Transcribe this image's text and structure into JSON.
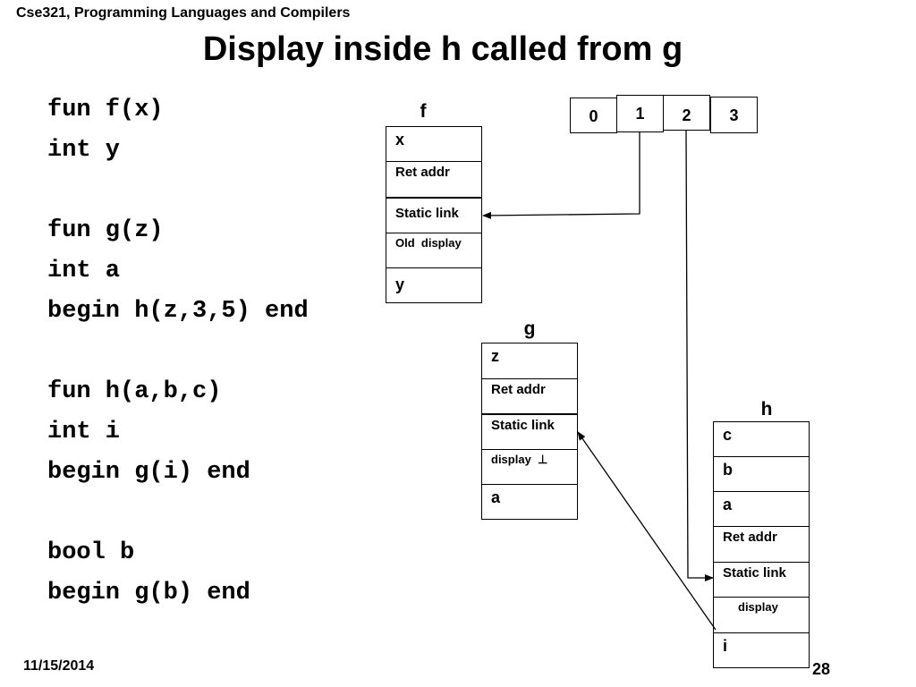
{
  "header": {
    "course": "Cse321, Programming Languages and Compilers"
  },
  "slide": {
    "title": "Display inside h called from g"
  },
  "code_lines": [
    "fun f(x)",
    "int y",
    "fun g(z)",
    "int a",
    "begin h(z,3,5) end",
    "fun h(a,b,c)",
    "int i",
    "begin g(i) end",
    "bool b",
    "begin g(b) end"
  ],
  "display_array": [
    "0",
    "1",
    "2",
    "3"
  ],
  "frames": {
    "f": {
      "label": "f",
      "cells": [
        "x",
        "Ret addr",
        "Static link",
        "Old  display",
        "y"
      ]
    },
    "g": {
      "label": "g",
      "cells": [
        "z",
        "Ret addr",
        "Static link",
        "display  ⊥",
        "a"
      ]
    },
    "h": {
      "label": "h",
      "cells": [
        "c",
        "b",
        "a",
        "Ret addr",
        "Static link",
        "display",
        "i"
      ]
    }
  },
  "footer": {
    "date": "11/15/2014",
    "page": "28"
  }
}
